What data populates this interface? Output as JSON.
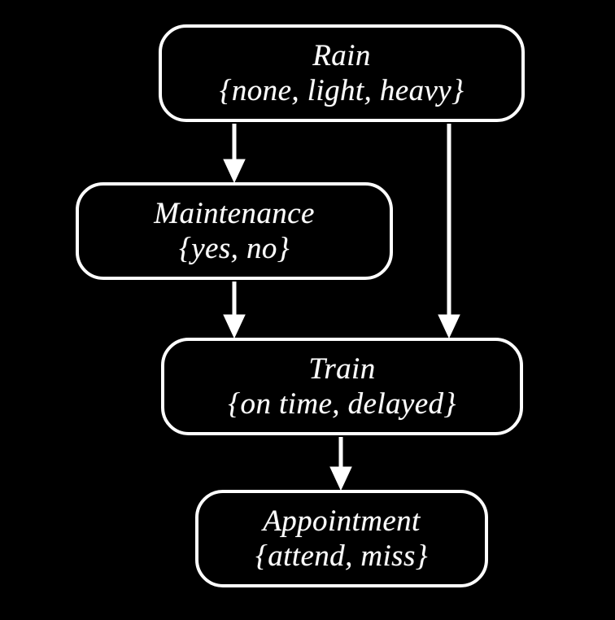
{
  "diagram": {
    "type": "directed-acyclic-graph",
    "background_color": "#000000",
    "node_color": "#ffffff",
    "edge_color": "#ffffff",
    "nodes": [
      {
        "id": "rain",
        "name": "Rain",
        "values": "{none, light, heavy}"
      },
      {
        "id": "maintenance",
        "name": "Maintenance",
        "values": "{yes, no}"
      },
      {
        "id": "train",
        "name": "Train",
        "values": "{on time, delayed}"
      },
      {
        "id": "appointment",
        "name": "Appointment",
        "values": "{attend, miss}"
      }
    ],
    "edges": [
      {
        "id": "rain-maintenance",
        "from": "Rain",
        "to": "Maintenance"
      },
      {
        "id": "rain-train",
        "from": "Rain",
        "to": "Train"
      },
      {
        "id": "maintenance-train",
        "from": "Maintenance",
        "to": "Train"
      },
      {
        "id": "train-appointment",
        "from": "Train",
        "to": "Appointment"
      }
    ]
  }
}
